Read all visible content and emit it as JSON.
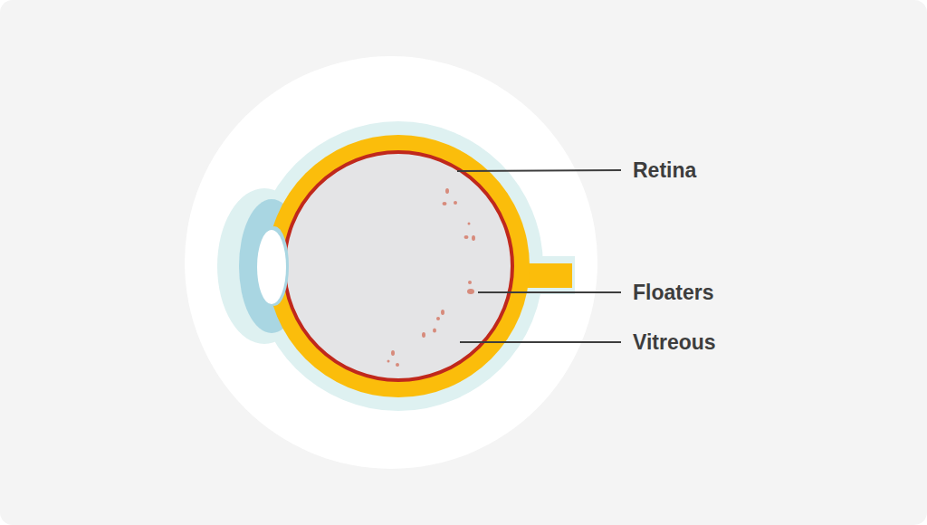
{
  "diagram": {
    "labels": [
      "Retina",
      "Floaters",
      "Vitreous"
    ]
  }
}
